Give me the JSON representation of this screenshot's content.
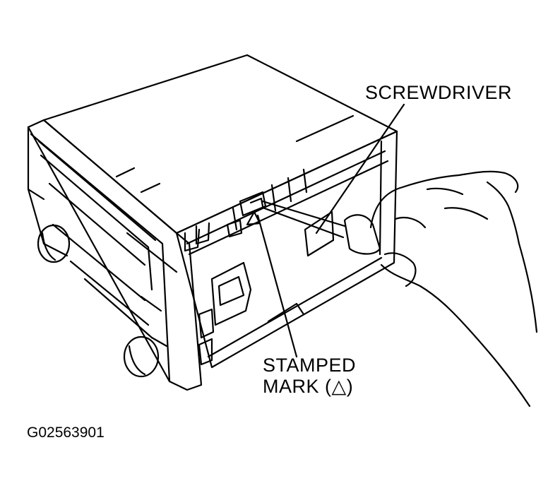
{
  "labels": {
    "screwdriver": "SCREWDRIVER",
    "stamped_line1": "STAMPED",
    "stamped_line2": "MARK (△)"
  },
  "figure_code": "G02563901",
  "colors": {
    "ink": "#000000",
    "paper": "#ffffff"
  }
}
